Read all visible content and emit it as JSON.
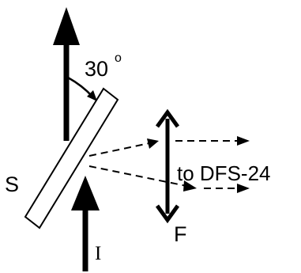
{
  "diagram": {
    "angle_label": "30",
    "degree_symbol": "o",
    "splitter_label": "S",
    "lens_label": "F",
    "destination_label": "to DFS-24",
    "input_beam_label": "I"
  }
}
